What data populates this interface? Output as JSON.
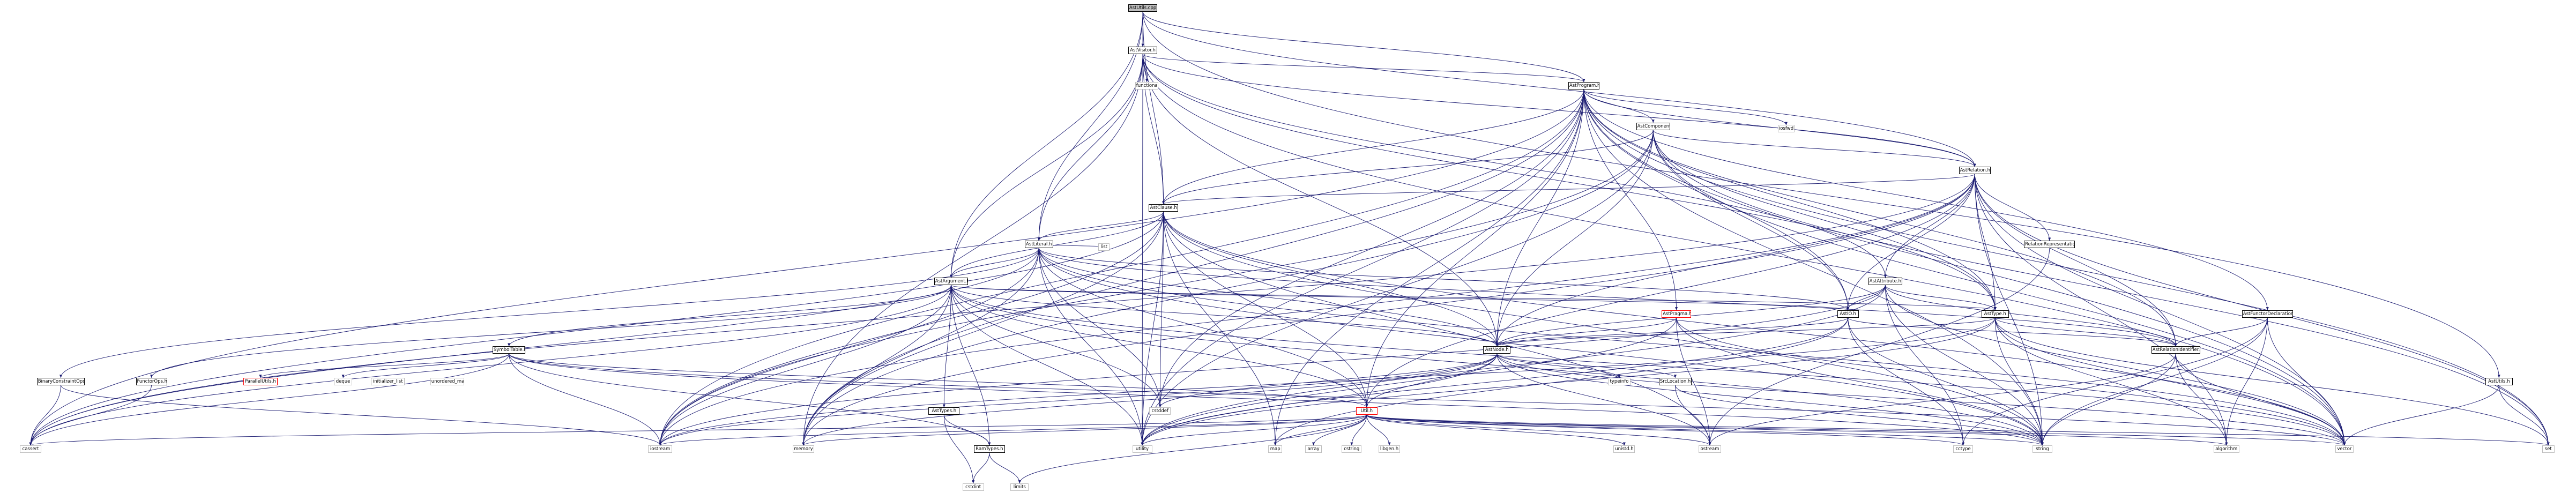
{
  "diagram": {
    "colors": {
      "edge": "#191970",
      "root_fill": "#bfbfbf",
      "doc_border": "#000000",
      "lib_border": "#bfbfbf",
      "red_border": "#ff0000"
    },
    "nodes": {
      "root": "AstUtils.cpp",
      "astvisitor": "AstVisitor.h",
      "functional": "functional",
      "astprogram": "AstProgram.h",
      "astcomponent": "AstComponent.h",
      "iosfwd": "iosfwd",
      "astrelation": "AstRelation.h",
      "astclause": "AstClause.h",
      "astliteral": "AstLiteral.h",
      "list": "list",
      "astargument": "AstArgument.h",
      "relationrepresentation": "RelationRepresentation.h",
      "astattribute": "AstAttribute.h",
      "astpragma": "AstPragma.h",
      "astio": "AstIO.h",
      "asttype": "AstType.h",
      "astfunctordecl": "AstFunctorDeclaration.h",
      "astrelationidentifier": "AstRelationIdentifier.h",
      "symboltable": "SymbolTable.h",
      "astnode": "AstNode.h",
      "typeinfo": "typeinfo",
      "srclocation": "SrcLocation.h",
      "astutils_h": "AstUtils.h",
      "binaryconstraintops": "BinaryConstraintOps.h",
      "functorops": "FunctorOps.h",
      "parallelutils": "ParallelUtils.h",
      "deque": "deque",
      "initializer_list": "initializer_list",
      "unordered_map": "unordered_map",
      "asttypes": "AstTypes.h",
      "util": "Util.h",
      "cstddef": "cstddef",
      "ramtypes": "RamTypes.h",
      "cstdint": "cstdint",
      "limits": "limits",
      "cassert": "cassert",
      "iostream": "iostream",
      "memory": "memory",
      "utility": "utility",
      "map": "map",
      "array": "array",
      "cstring": "cstring",
      "libgen": "libgen.h",
      "unistd": "unistd.h",
      "ostream": "ostream",
      "cctype": "cctype",
      "string": "string",
      "algorithm": "algorithm",
      "vector": "vector",
      "set": "set"
    }
  }
}
